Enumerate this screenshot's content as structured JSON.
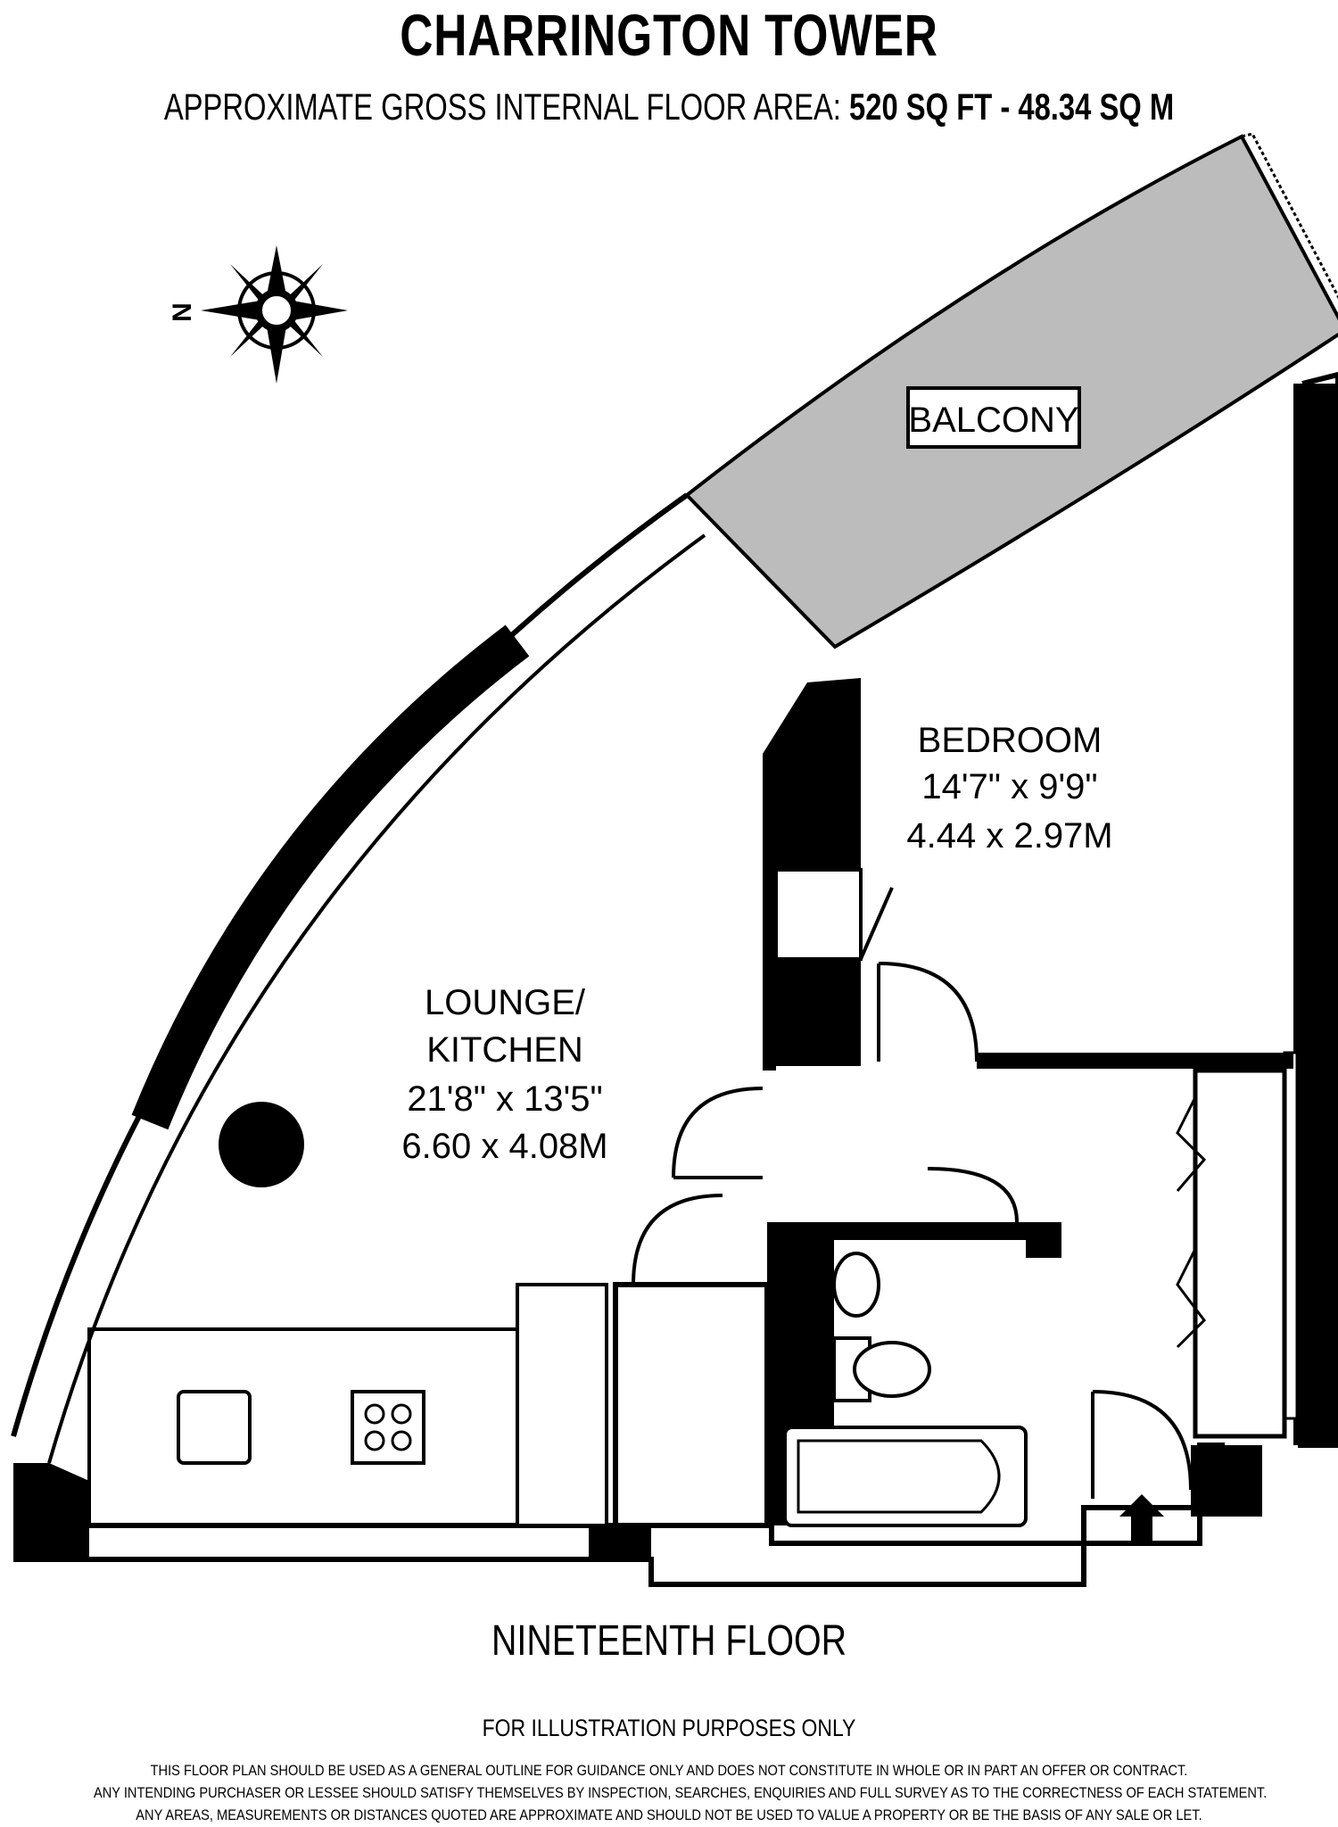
{
  "header": {
    "title": "CHARRINGTON TOWER",
    "area_prefix": "APPROXIMATE GROSS INTERNAL FLOOR AREA:",
    "area_sqft": "520 SQ FT",
    "area_sep": "-",
    "area_sqm": "48.34 SQ M"
  },
  "compass": {
    "label": "N",
    "icon": "compass-rose-icon"
  },
  "rooms": {
    "balcony": {
      "name": "BALCONY"
    },
    "bedroom": {
      "name": "BEDROOM",
      "imperial": "14'7\" x 9'9\"",
      "metric": "4.44 x 2.97M"
    },
    "lounge": {
      "name_line1": "LOUNGE/",
      "name_line2": "KITCHEN",
      "imperial": "21'8\" x 13'5\"",
      "metric": "6.60 x 4.08M"
    }
  },
  "footer": {
    "floor": "NINETEENTH FLOOR",
    "illustration": "FOR ILLUSTRATION PURPOSES ONLY",
    "disclaimer": [
      "THIS FLOOR PLAN SHOULD BE USED AS A GENERAL OUTLINE FOR GUIDANCE ONLY AND DOES NOT CONSTITUTE IN WHOLE OR IN PART AN OFFER OR CONTRACT.",
      "ANY INTENDING PURCHASER OR LESSEE SHOULD SATISFY THEMSELVES BY INSPECTION, SEARCHES, ENQUIRIES AND FULL SURVEY AS TO THE CORRECTNESS OF EACH STATEMENT.",
      "ANY AREAS, MEASUREMENTS OR DISTANCES QUOTED ARE APPROXIMATE AND SHOULD NOT BE USED TO VALUE A PROPERTY OR BE THE BASIS OF ANY SALE OR LET."
    ]
  },
  "colors": {
    "wall": "#000000",
    "balcony_fill": "#bcbcbc",
    "paper": "#ffffff"
  }
}
